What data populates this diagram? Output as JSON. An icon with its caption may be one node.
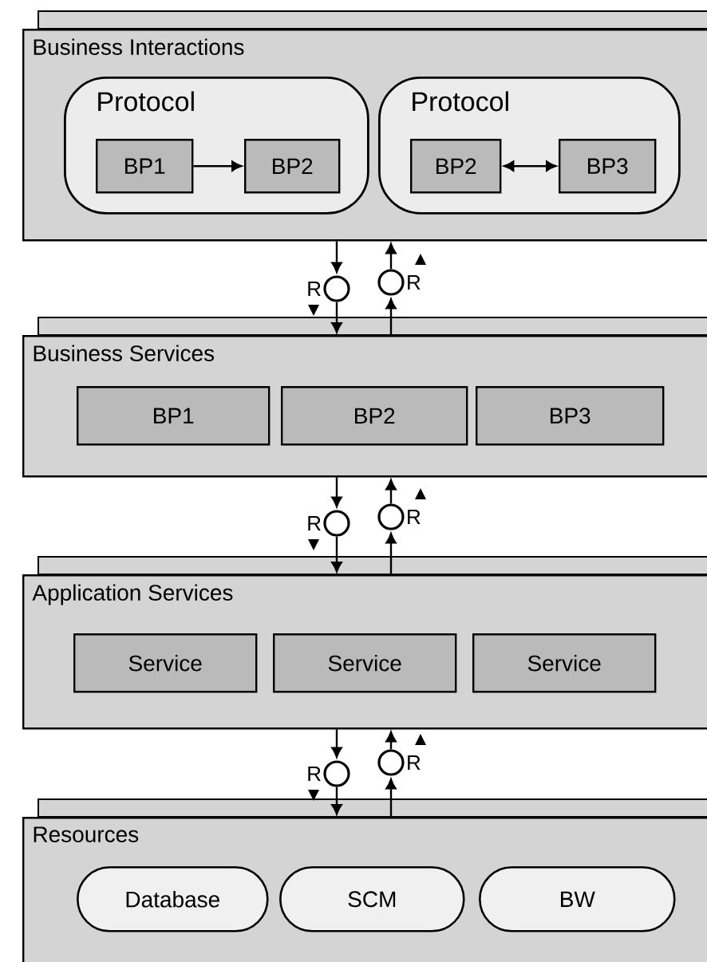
{
  "diagram": {
    "nodes": [
      {
        "text": [
          "Business Interactions"
        ]
      },
      {
        "text": [
          "Protocol"
        ],
        "in": 0
      },
      {
        "text": [
          "BP1"
        ],
        "in": 1
      },
      {
        "text": [
          "BP2"
        ],
        "in": 1
      },
      {
        "text": [
          "Protocol"
        ],
        "in": 0
      },
      {
        "text": [
          "BP2"
        ],
        "in": 4
      },
      {
        "text": [
          "BP3"
        ],
        "in": 4
      },
      {
        "text": [],
        "shape": "circle",
        "beside": [
          "R"
        ]
      },
      {
        "text": [],
        "shape": "circle",
        "beside": [
          "R"
        ]
      },
      {
        "text": [
          "Business Services"
        ]
      },
      {
        "text": [
          "BP1"
        ],
        "in": 9
      },
      {
        "text": [
          "BP2"
        ],
        "in": 9
      },
      {
        "text": [
          "BP3"
        ],
        "in": 9
      },
      {
        "text": [],
        "shape": "circle",
        "beside": [
          "R"
        ]
      },
      {
        "text": [],
        "shape": "circle",
        "beside": [
          "R"
        ]
      },
      {
        "text": [
          "Application Services"
        ]
      },
      {
        "text": [
          "Service"
        ],
        "in": 15
      },
      {
        "text": [
          "Service"
        ],
        "in": 15
      },
      {
        "text": [
          "Service"
        ],
        "in": 15
      },
      {
        "text": [],
        "shape": "circle",
        "beside": [
          "R"
        ]
      },
      {
        "text": [],
        "shape": "circle",
        "beside": [
          "R"
        ]
      },
      {
        "text": [
          "Resources"
        ]
      },
      {
        "text": [
          "Database"
        ],
        "in": 21
      },
      {
        "text": [
          "SCM"
        ],
        "in": 21
      },
      {
        "text": [
          "BW"
        ],
        "in": 21
      }
    ],
    "edges": [
      {
        "from": 2,
        "to": 3,
        "arrow": "to"
      },
      {
        "from": 5,
        "to": 6,
        "arrow": "both"
      },
      {
        "from": 0,
        "to": 7,
        "arrow": "to"
      },
      {
        "from": 7,
        "to": 9,
        "arrow": "to"
      },
      {
        "from": 9,
        "to": 8,
        "arrow": "to"
      },
      {
        "from": 8,
        "to": 0,
        "arrow": "to"
      },
      {
        "from": 9,
        "to": 13,
        "arrow": "to"
      },
      {
        "from": 13,
        "to": 15,
        "arrow": "to"
      },
      {
        "from": 15,
        "to": 14,
        "arrow": "to"
      },
      {
        "from": 14,
        "to": 9,
        "arrow": "to"
      },
      {
        "from": 15,
        "to": 19,
        "arrow": "to"
      },
      {
        "from": 19,
        "to": 21,
        "arrow": "to"
      },
      {
        "from": 21,
        "to": 20,
        "arrow": "to"
      },
      {
        "from": 20,
        "to": 15,
        "arrow": "to"
      }
    ]
  }
}
